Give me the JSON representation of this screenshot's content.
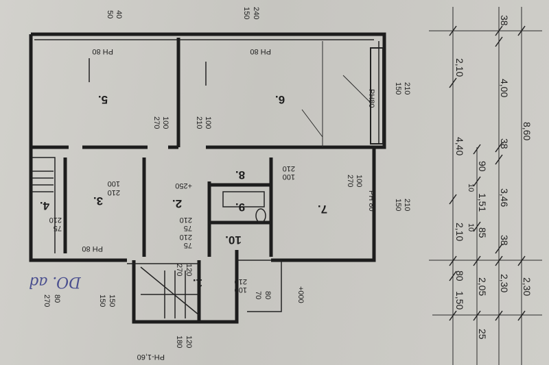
{
  "rooms": [
    "5.",
    "6.",
    "7.",
    "8.",
    "9.",
    "10.",
    "1.",
    "2.",
    "3.",
    "4."
  ],
  "top_dims": {
    "a_top": "40",
    "a_bot": "50",
    "b_top": "240",
    "b_bot": "150"
  },
  "window_labels": [
    "PH 80",
    "PH 80",
    "PH 80",
    "PH 80",
    "PH80"
  ],
  "door_dims": [
    [
      "100",
      "270"
    ],
    [
      "100",
      "210"
    ],
    [
      "100",
      "210"
    ],
    [
      "100",
      "210"
    ],
    [
      "100",
      "270"
    ],
    [
      "75",
      "210"
    ],
    [
      "75",
      "210"
    ],
    [
      "75",
      "210"
    ],
    [
      "120",
      "270"
    ],
    [
      "100",
      "210"
    ],
    [
      "80",
      "70"
    ],
    [
      "210",
      "150"
    ],
    [
      "210",
      "150"
    ],
    [
      "80",
      "270"
    ],
    [
      "150",
      "150"
    ],
    [
      "180",
      "120"
    ]
  ],
  "levels": {
    "upper": "+250",
    "ground": "+000",
    "stair": "PH-1,60"
  },
  "handwritten_note": "DO. ad",
  "dimension_chain": {
    "col1": [
      "2,10",
      "4,40",
      "2,10",
      "80",
      "1,50"
    ],
    "col2": [
      "90",
      "10",
      "1,51",
      "10",
      "85",
      "2,05",
      "25"
    ],
    "col3": [
      "38",
      "4,00",
      "38",
      "3,46",
      "38",
      "2,30"
    ],
    "col4": [
      "8,60",
      "2,30"
    ]
  }
}
